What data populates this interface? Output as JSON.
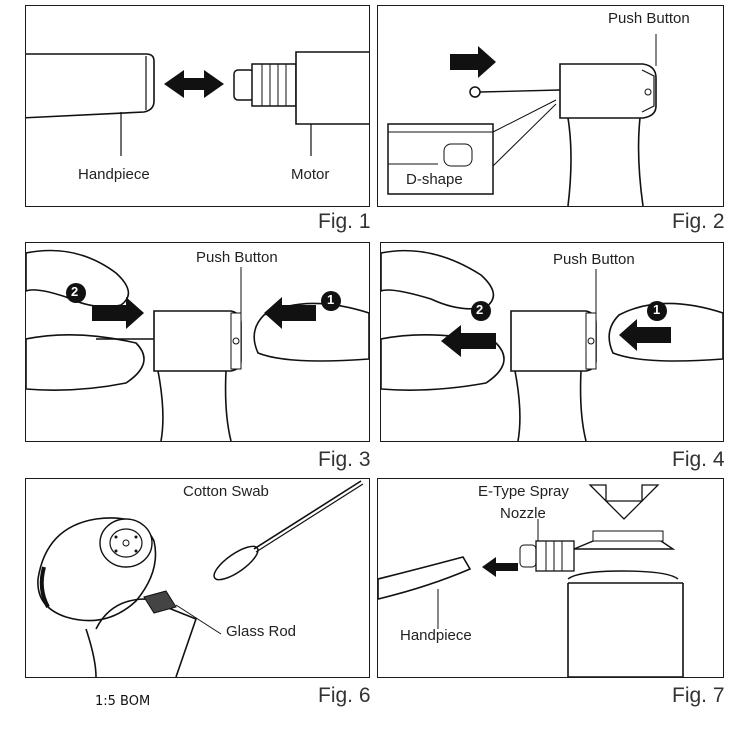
{
  "figures": {
    "fig1": {
      "caption": "Fig. 1",
      "labels": {
        "handpiece": "Handpiece",
        "motor": "Motor"
      }
    },
    "fig2": {
      "caption": "Fig. 2",
      "labels": {
        "push_button": "Push Button",
        "d_shape": "D-shape"
      }
    },
    "fig3": {
      "caption": "Fig. 3",
      "labels": {
        "push_button": "Push Button"
      },
      "steps": [
        "1",
        "2"
      ]
    },
    "fig4": {
      "caption": "Fig. 4",
      "labels": {
        "push_button": "Push Button"
      },
      "steps": [
        "1",
        "2"
      ]
    },
    "fig6": {
      "caption": "Fig. 6",
      "labels": {
        "cotton_swab": "Cotton Swab",
        "glass_rod": "Glass Rod"
      }
    },
    "fig7": {
      "caption": "Fig. 7",
      "labels": {
        "spray_nozzle_line1": "E-Type Spray",
        "spray_nozzle_line2": "Nozzle",
        "handpiece": "Handpiece"
      }
    }
  },
  "footer_note": "1:5 BOM"
}
